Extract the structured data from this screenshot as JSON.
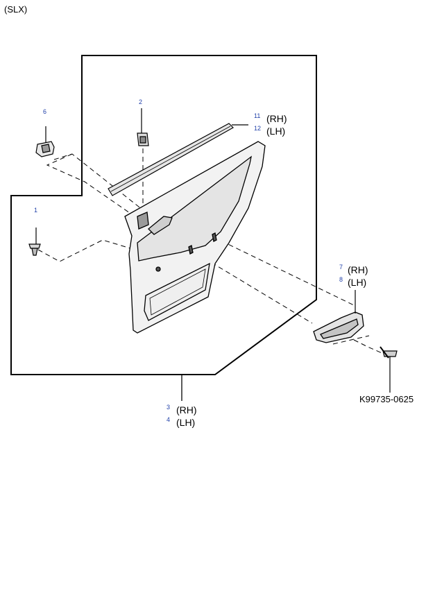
{
  "diagram": {
    "variant": "(SLX)",
    "callouts": [
      {
        "id": "c1",
        "number": "1",
        "sides": []
      },
      {
        "id": "c2",
        "number": "2",
        "sides": []
      },
      {
        "id": "c6",
        "number": "6",
        "sides": []
      },
      {
        "id": "c11",
        "number": "11",
        "sides": [
          "(RH)"
        ]
      },
      {
        "id": "c12",
        "number": "12",
        "sides": [
          "(LH)"
        ]
      },
      {
        "id": "c7",
        "number": "7",
        "sides": [
          "(RH)"
        ]
      },
      {
        "id": "c8",
        "number": "8",
        "sides": [
          "(LH)"
        ]
      },
      {
        "id": "c3",
        "number": "3",
        "sides": [
          "(RH)"
        ]
      },
      {
        "id": "c4",
        "number": "4",
        "sides": [
          "(LH)"
        ]
      }
    ],
    "reference_code": "K99735-0625",
    "colors": {
      "line": "#000000",
      "callout_number": "#1f3fa8",
      "background": "#ffffff"
    }
  }
}
